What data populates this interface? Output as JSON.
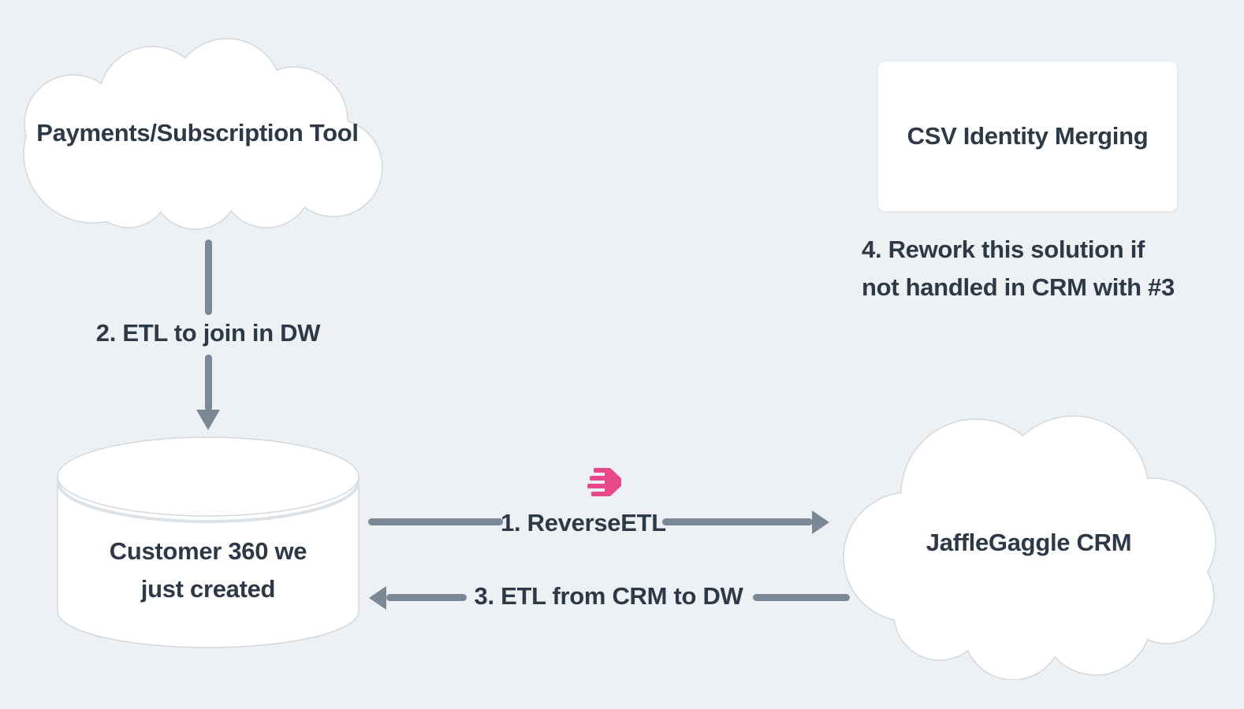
{
  "canvas": {
    "bg_color": "#edf1f4",
    "type": "architecture-diagram"
  },
  "colors": {
    "background": "#edf1f4",
    "shape_fill": "#ffffff",
    "shape_border": "#d3d8dd",
    "text": "#2d3946",
    "arrow": "#7b8997",
    "accent_pink": "#e8498a"
  },
  "nodes": {
    "payments_cloud": {
      "shape": "cloud",
      "label": "Payments/Subscription Tool"
    },
    "csv_card": {
      "shape": "rectangle",
      "label": "CSV Identity Merging"
    },
    "warehouse_cylinder": {
      "shape": "database-cylinder",
      "label_line1": "Customer 360 we",
      "label_line2": "just created"
    },
    "crm_cloud": {
      "shape": "cloud",
      "label": "JaffleGaggle CRM"
    }
  },
  "edges": {
    "reverse_etl": {
      "label": "1. ReverseETL",
      "direction": "right",
      "from": "warehouse_cylinder",
      "to": "crm_cloud",
      "icon": "hightouch-logo"
    },
    "etl_join": {
      "label": "2. ETL to join in DW",
      "direction": "down",
      "from": "payments_cloud",
      "to": "warehouse_cylinder"
    },
    "etl_from_crm": {
      "label": "3. ETL from CRM to DW",
      "direction": "left",
      "from": "crm_cloud",
      "to": "warehouse_cylinder"
    }
  },
  "annotations": {
    "rework_note": {
      "line1": "4. Rework this solution if",
      "line2": "not handled in CRM with #3"
    }
  }
}
